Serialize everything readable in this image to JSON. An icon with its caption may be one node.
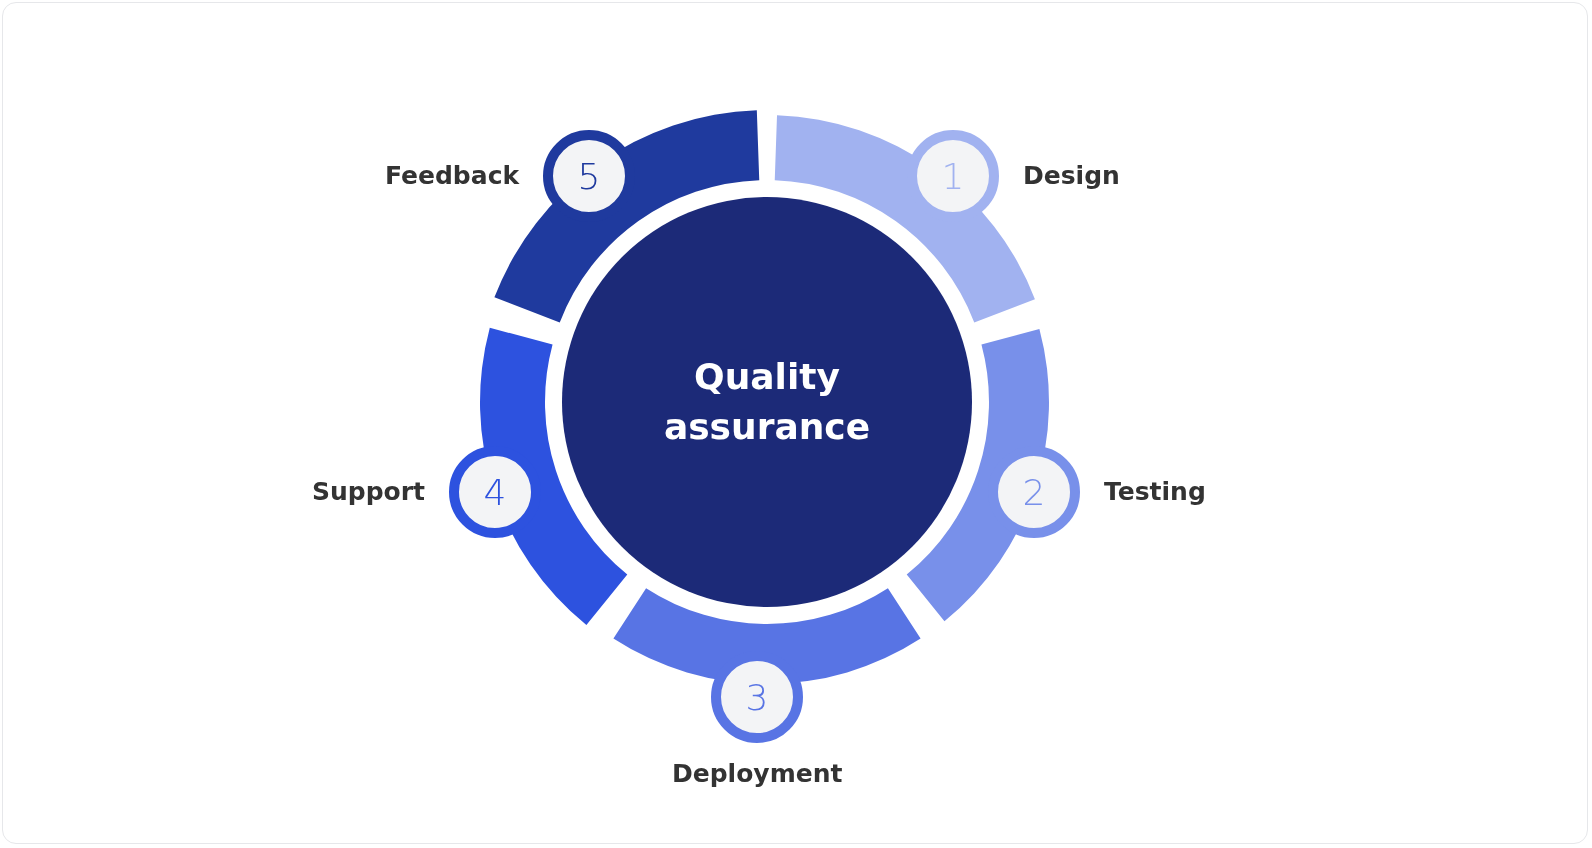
{
  "diagram": {
    "nodes": [
      {
        "text": [
          "Quality assurance"
        ]
      },
      {
        "text": [
          "1"
        ],
        "beside": [
          "Design"
        ]
      },
      {
        "text": [
          "2"
        ],
        "beside": [
          "Testing"
        ]
      },
      {
        "text": [
          "3"
        ],
        "beside": [
          "Deployment"
        ]
      },
      {
        "text": [
          "4"
        ],
        "beside": [
          "Support"
        ]
      },
      {
        "text": [
          "5"
        ],
        "beside": [
          "Feedback"
        ]
      }
    ]
  }
}
